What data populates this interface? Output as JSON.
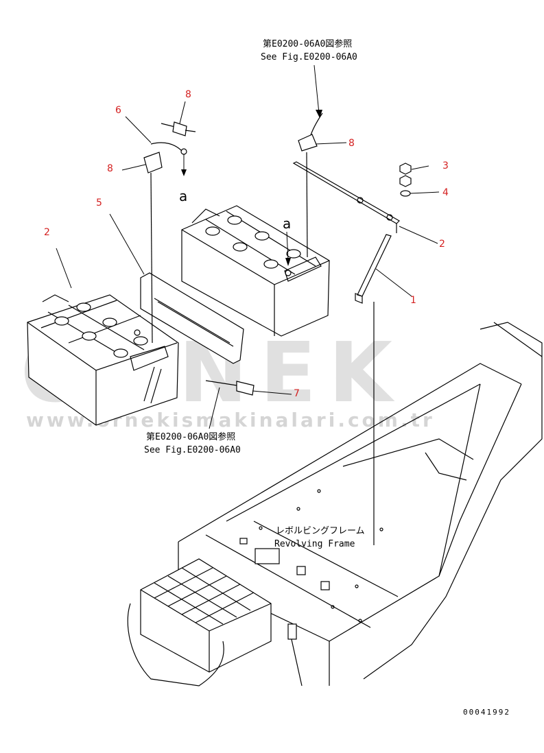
{
  "references": {
    "top_jp": "第E0200-06A0図参照",
    "top_en": "See Fig.E0200-06A0",
    "bottom_jp": "第E0200-06A0図参照",
    "bottom_en": "See Fig.E0200-06A0"
  },
  "frame_label": {
    "jp": "レボルビングフレーム",
    "en": "Revolving Frame"
  },
  "view_letters": {
    "left": "a",
    "right": "a"
  },
  "callouts": {
    "c1": "1",
    "c2_left": "2",
    "c2_right": "2",
    "c3": "3",
    "c4": "4",
    "c5": "5",
    "c6": "6",
    "c7": "7",
    "c8_top": "8",
    "c8_left": "8",
    "c8_right": "8"
  },
  "watermark": {
    "brand": "ORNEK",
    "url": "www.ornekismakinalari.com.tr"
  },
  "drawing_code": "00041992",
  "colors": {
    "callout": "#d42020",
    "watermark": "#c8c8c8",
    "ink": "#000000"
  }
}
